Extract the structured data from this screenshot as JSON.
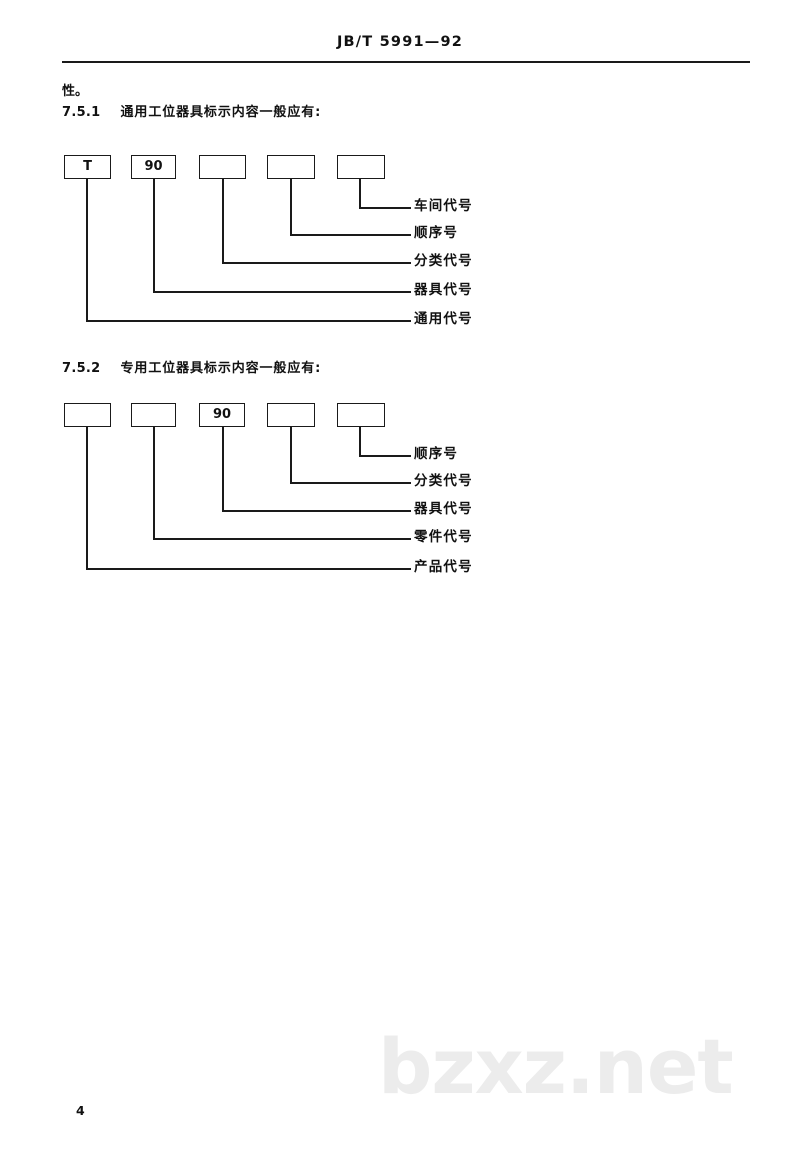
{
  "document": {
    "standard_number": "JB/T 5991—92",
    "page_number": "4",
    "watermark": "bzxz.net"
  },
  "body": {
    "continued_text": "性。"
  },
  "sections": [
    {
      "number": "7.5.1",
      "title": "通用工位器具标示内容一般应有:",
      "boxes": [
        {
          "value": "T"
        },
        {
          "value": "90"
        },
        {
          "value": ""
        },
        {
          "value": ""
        },
        {
          "value": ""
        }
      ],
      "labels": [
        "车间代号",
        "顺序号",
        "分类代号",
        "器具代号",
        "通用代号"
      ]
    },
    {
      "number": "7.5.2",
      "title": "专用工位器具标示内容一般应有:",
      "boxes": [
        {
          "value": ""
        },
        {
          "value": ""
        },
        {
          "value": "90"
        },
        {
          "value": ""
        },
        {
          "value": ""
        }
      ],
      "labels": [
        "顺序号",
        "分类代号",
        "器具代号",
        "零件代号",
        "产品代号"
      ]
    }
  ]
}
